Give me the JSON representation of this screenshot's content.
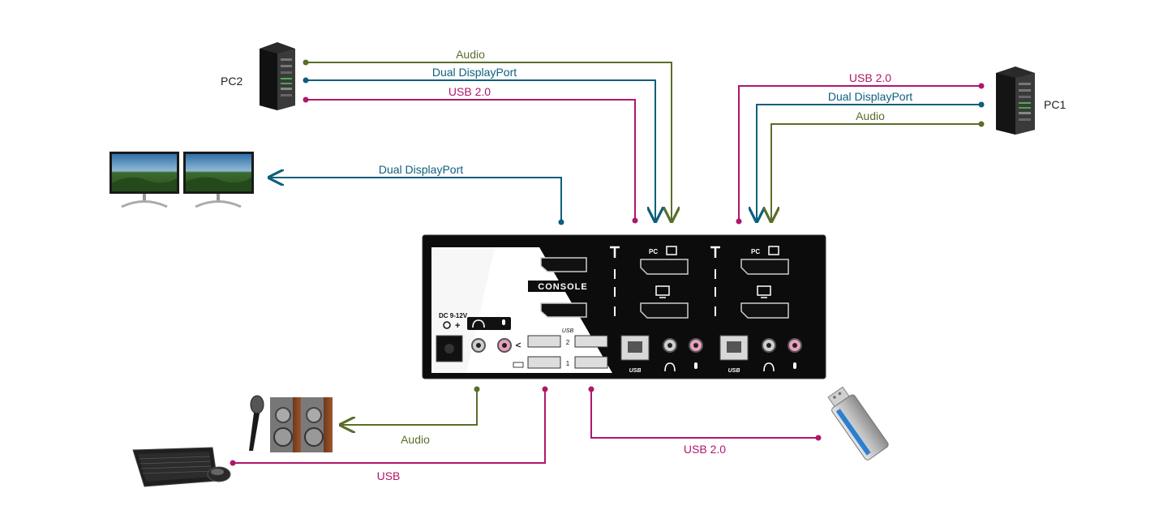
{
  "colors": {
    "audio": "#5a6e2b",
    "displayport": "#0d5f7d",
    "usb": "#b0176b",
    "device": "#111111",
    "panel": "#0c0c0c"
  },
  "computers": {
    "pc2": "PC2",
    "pc1": "PC1"
  },
  "connections": {
    "pc2_audio": "Audio",
    "pc2_displayport": "Dual DisplayPort",
    "pc2_usb": "USB 2.0",
    "pc1_usb": "USB 2.0",
    "pc1_displayport": "Dual DisplayPort",
    "pc1_audio": "Audio",
    "monitors_displayport": "Dual DisplayPort",
    "speakers_audio": "Audio",
    "keyboard_usb": "USB",
    "flash_usb": "USB 2.0"
  },
  "kvm_panel": {
    "console": "CONSOLE",
    "dc_input": "DC 9-12V",
    "usb_header": "USB",
    "usb_port_2": "2",
    "usb_port_1": "1",
    "pc2_tag": "PC",
    "pc1_tag": "PC",
    "usb_b_label_pc2": "USB",
    "usb_b_label_pc1": "USB"
  },
  "icons": [
    "tower-pc-icon",
    "monitor-icon",
    "microphone-icon",
    "speaker-icon",
    "keyboard-icon",
    "mouse-icon",
    "usb-flash-drive-icon",
    "headphone-icon",
    "display-icon",
    "antenna-icon"
  ]
}
